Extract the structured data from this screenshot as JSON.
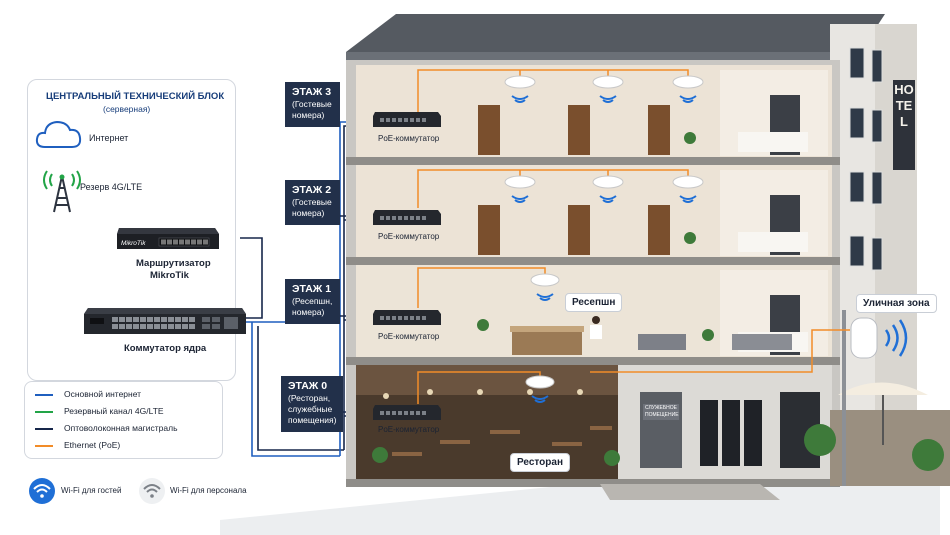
{
  "central_block": {
    "title": "ЦЕНТРАЛЬНЫЙ ТЕХНИЧЕСКИЙ БЛОК",
    "subtitle": "(серверная)"
  },
  "internet_label": "Интернет",
  "lte_label": "Резерв 4G/LTE",
  "router": {
    "brand": "MikroTik",
    "label_line1": "Маршрутизатор",
    "label_line2": "MikroTik"
  },
  "core_switch": {
    "label": "Коммутатор ядра"
  },
  "floors": [
    {
      "title": "ЭТАЖ 3",
      "desc1": "(Гостевые",
      "desc2": "номера)",
      "desc3": "",
      "switch_label": "PoE-коммутатор"
    },
    {
      "title": "ЭТАЖ 2",
      "desc1": "(Гостевые",
      "desc2": "номера)",
      "desc3": "",
      "switch_label": "PoE-коммутатор"
    },
    {
      "title": "ЭТАЖ 1",
      "desc1": "(Ресепшн,",
      "desc2": "номера)",
      "desc3": "",
      "switch_label": "PoE-коммутатор"
    },
    {
      "title": "ЭТАЖ 0",
      "desc1": "(Ресторан,",
      "desc2": "служебные",
      "desc3": "помещения)",
      "switch_label": "PoE-коммутатор"
    }
  ],
  "callouts": {
    "reception": "Ресепшн",
    "restaurant": "Ресторан",
    "outdoor": "Уличная зона"
  },
  "service_room": {
    "line1": "СЛУЖЕБНОЕ",
    "line2": "ПОМЕЩЕНИЕ"
  },
  "hotel_sign": "HOTEL",
  "legend": [
    {
      "label": "Основной интернет",
      "color": "#1f5fbf"
    },
    {
      "label": "Резервный канал 4G/LTE",
      "color": "#22a447"
    },
    {
      "label": "Оптоволоконная магистраль",
      "color": "#16264a"
    },
    {
      "label": "Ethernet (PoE)",
      "color": "#f28c28"
    }
  ],
  "wifi_legend": {
    "guest": "Wi-Fi для гостей",
    "staff": "Wi-Fi для персонала",
    "guest_color": "#1f6fd6",
    "staff_color": "#8a8f96"
  }
}
